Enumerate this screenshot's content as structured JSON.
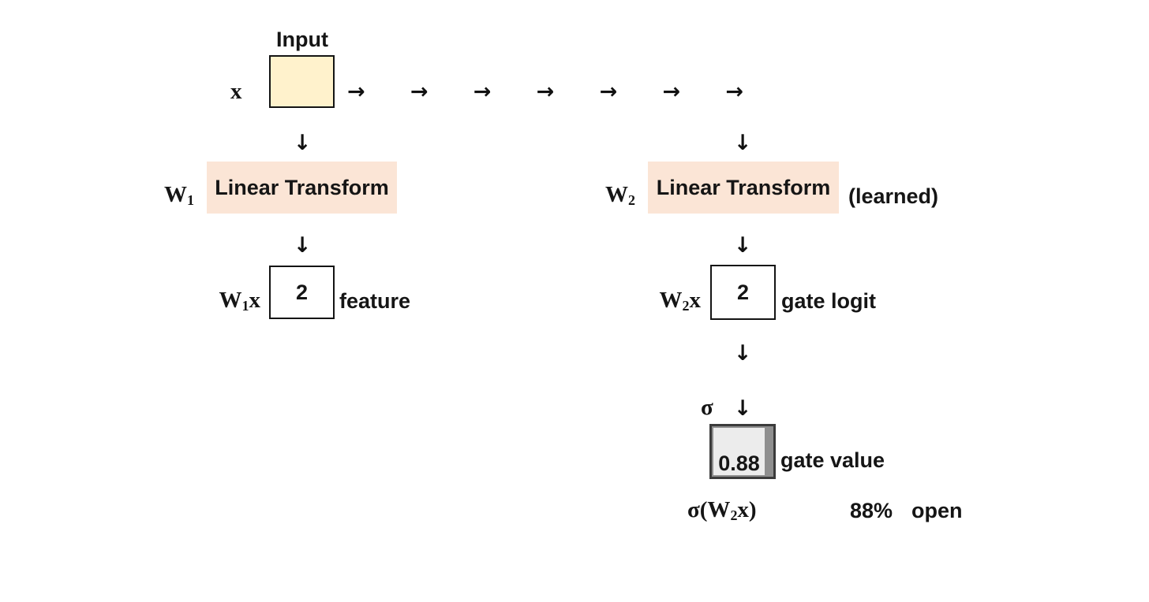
{
  "colors": {
    "background": "#ffffff",
    "input_fill": "#FFF2CC",
    "transform_fill": "#FBE5D6",
    "box_border": "#141414",
    "gate_border": "#3b3b3b",
    "gate_closed_gray": "#8f8f8f",
    "gate_open_light": "#ececec",
    "text": "#151515"
  },
  "icons": {
    "right_arrow": "→",
    "down_arrow": "↓"
  },
  "top": {
    "title": "Input",
    "input_symbol": "x"
  },
  "feature_path": {
    "weight": {
      "base": "W",
      "sub": "1"
    },
    "transform_label": "Linear Transform",
    "result": {
      "base": "W",
      "sub": "1",
      "tail": "x"
    },
    "value": "2",
    "value_caption": "feature"
  },
  "gate_path": {
    "weight": {
      "base": "W",
      "sub": "2"
    },
    "transform_label": "Linear Transform",
    "transform_note": "(learned)",
    "result": {
      "base": "W",
      "sub": "2",
      "tail": "x"
    },
    "value": "2",
    "value_caption": "gate logit",
    "sigma_symbol": "σ",
    "gate_value": "0.88",
    "gate_caption": "gate value",
    "formula": {
      "pre": "σ(W",
      "sub": "2",
      "post": "x)"
    },
    "percent": "88%",
    "percent_caption": "open",
    "open_fraction": 0.88
  }
}
